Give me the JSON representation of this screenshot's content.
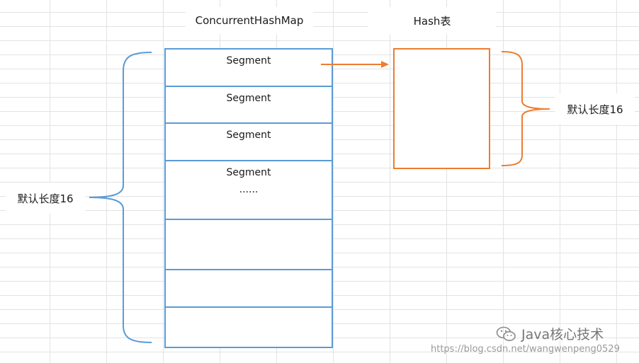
{
  "titles": {
    "map": "ConcurrentHashMap",
    "table": "Hash表"
  },
  "segments": {
    "s1": "Segment",
    "s2": "Segment",
    "s3": "Segment",
    "s4": "Segment",
    "ellipsis": "......"
  },
  "annotations": {
    "left_default": "默认长度16",
    "right_default": "默认长度16"
  },
  "watermark": {
    "brand": "Java核心技术",
    "url": "https://blog.csdn.net/wangwenpeng0529"
  },
  "colors": {
    "map_border": "#5b9bd5",
    "table_border": "#ed7d31",
    "grid": "#e3e3e3"
  }
}
